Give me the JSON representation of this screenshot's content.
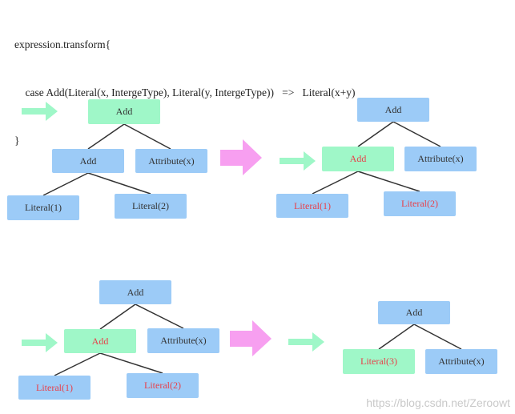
{
  "code": {
    "line1": "expression.transform{",
    "line2": "    case Add(Literal(x, IntergeType), Literal(y, IntergeType))   =>   Literal(x+y)",
    "line3": "}"
  },
  "colors": {
    "node_blue": "#9ccbf7",
    "node_green": "#9ff7c8",
    "focus_arrow": "#9ff7c8",
    "transform_arrow": "#f79ff0",
    "highlight_text": "#e8404a"
  },
  "trees": {
    "tree1": {
      "add": "Add",
      "add_child": "Add",
      "attr": "Attribute(x)",
      "lit1": "Literal(1)",
      "lit2": "Literal(2)"
    },
    "tree2": {
      "add": "Add",
      "add_child": "Add",
      "attr": "Attribute(x)",
      "lit1": "Literal(1)",
      "lit2": "Literal(2)"
    },
    "tree3": {
      "add": "Add",
      "add_child": "Add",
      "attr": "Attribute(x)",
      "lit1": "Literal(1)",
      "lit2": "Literal(2)"
    },
    "tree4": {
      "add": "Add",
      "lit3": "Literal(3)",
      "attr": "Attribute(x)"
    }
  },
  "watermark": "https://blog.csdn.net/Zeroowt"
}
